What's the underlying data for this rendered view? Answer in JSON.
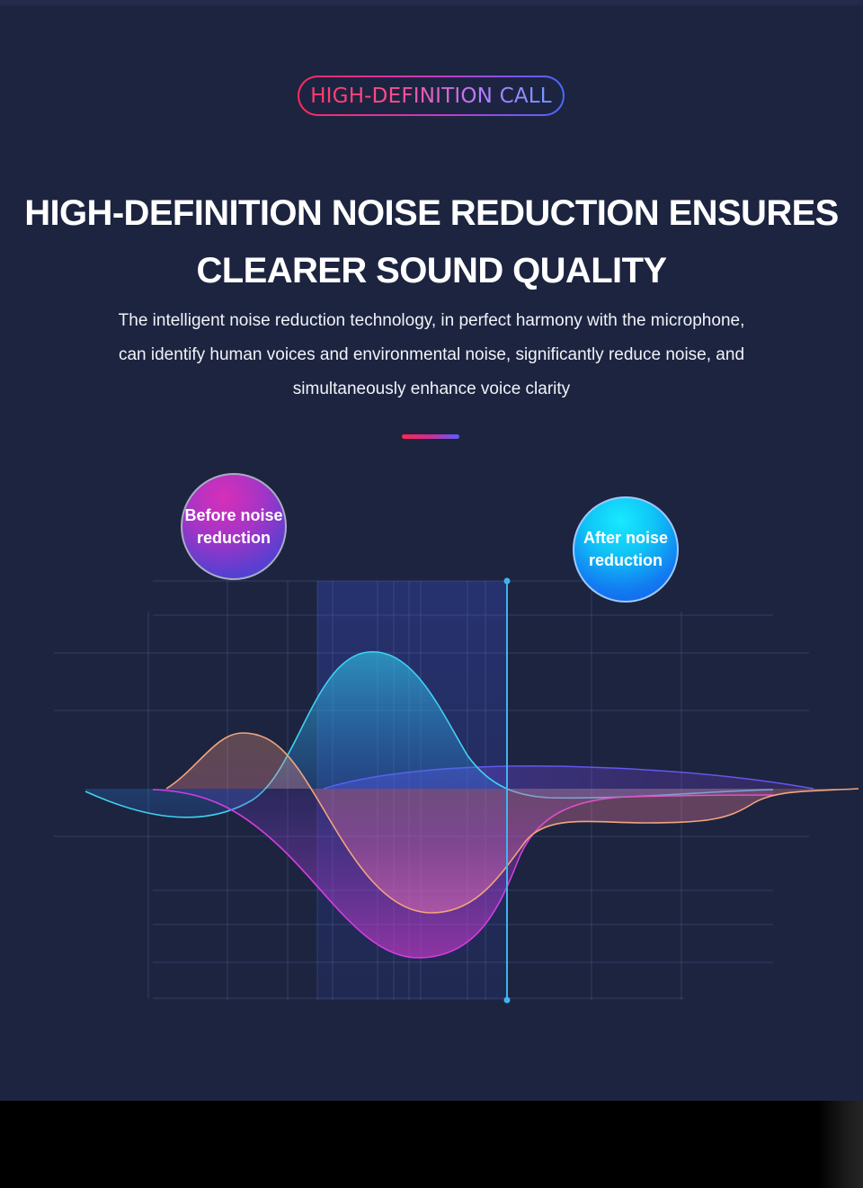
{
  "badge": {
    "label": "HIGH-DEFINITION CALL"
  },
  "headline": {
    "line1": "HIGH-DEFINITION NOISE REDUCTION ENSURES",
    "line2": "CLEARER SOUND QUALITY"
  },
  "description": {
    "line1": "The intelligent noise reduction technology, in perfect harmony with the microphone,",
    "line2": "can identify human voices and environmental noise, significantly reduce noise, and",
    "line3": "simultaneously enhance voice clarity"
  },
  "labels": {
    "before_line1": "Before noise",
    "before_line2": "reduction",
    "after_line1": "After noise",
    "after_line2": "reduction"
  },
  "colors": {
    "background": "#1c2440",
    "accent_red": "#ff2850",
    "accent_blue": "#5b5cff",
    "wave_cyan": "#2fc6e8",
    "wave_magenta": "#c63bd6",
    "wave_peach": "#f0a07a"
  }
}
